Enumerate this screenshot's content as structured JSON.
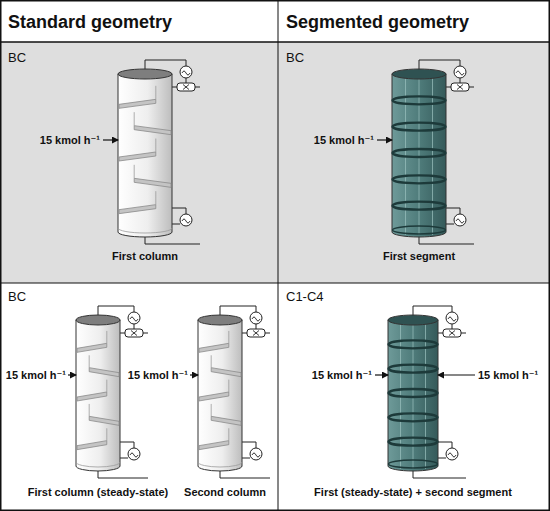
{
  "diagram": {
    "labels": [
      "Standard geometry",
      "Segmented geometry",
      "BC",
      "15 kmol h⁻¹",
      "First column",
      "BC",
      "15 kmol h⁻¹",
      "First segment",
      "BC",
      "15 kmol h⁻¹",
      "15 kmol h⁻¹",
      "First column (steady-state)",
      "Second column",
      "C1-C4",
      "15 kmol h⁻¹",
      "15 kmol h⁻¹",
      "First (steady-state) + second segment"
    ]
  }
}
